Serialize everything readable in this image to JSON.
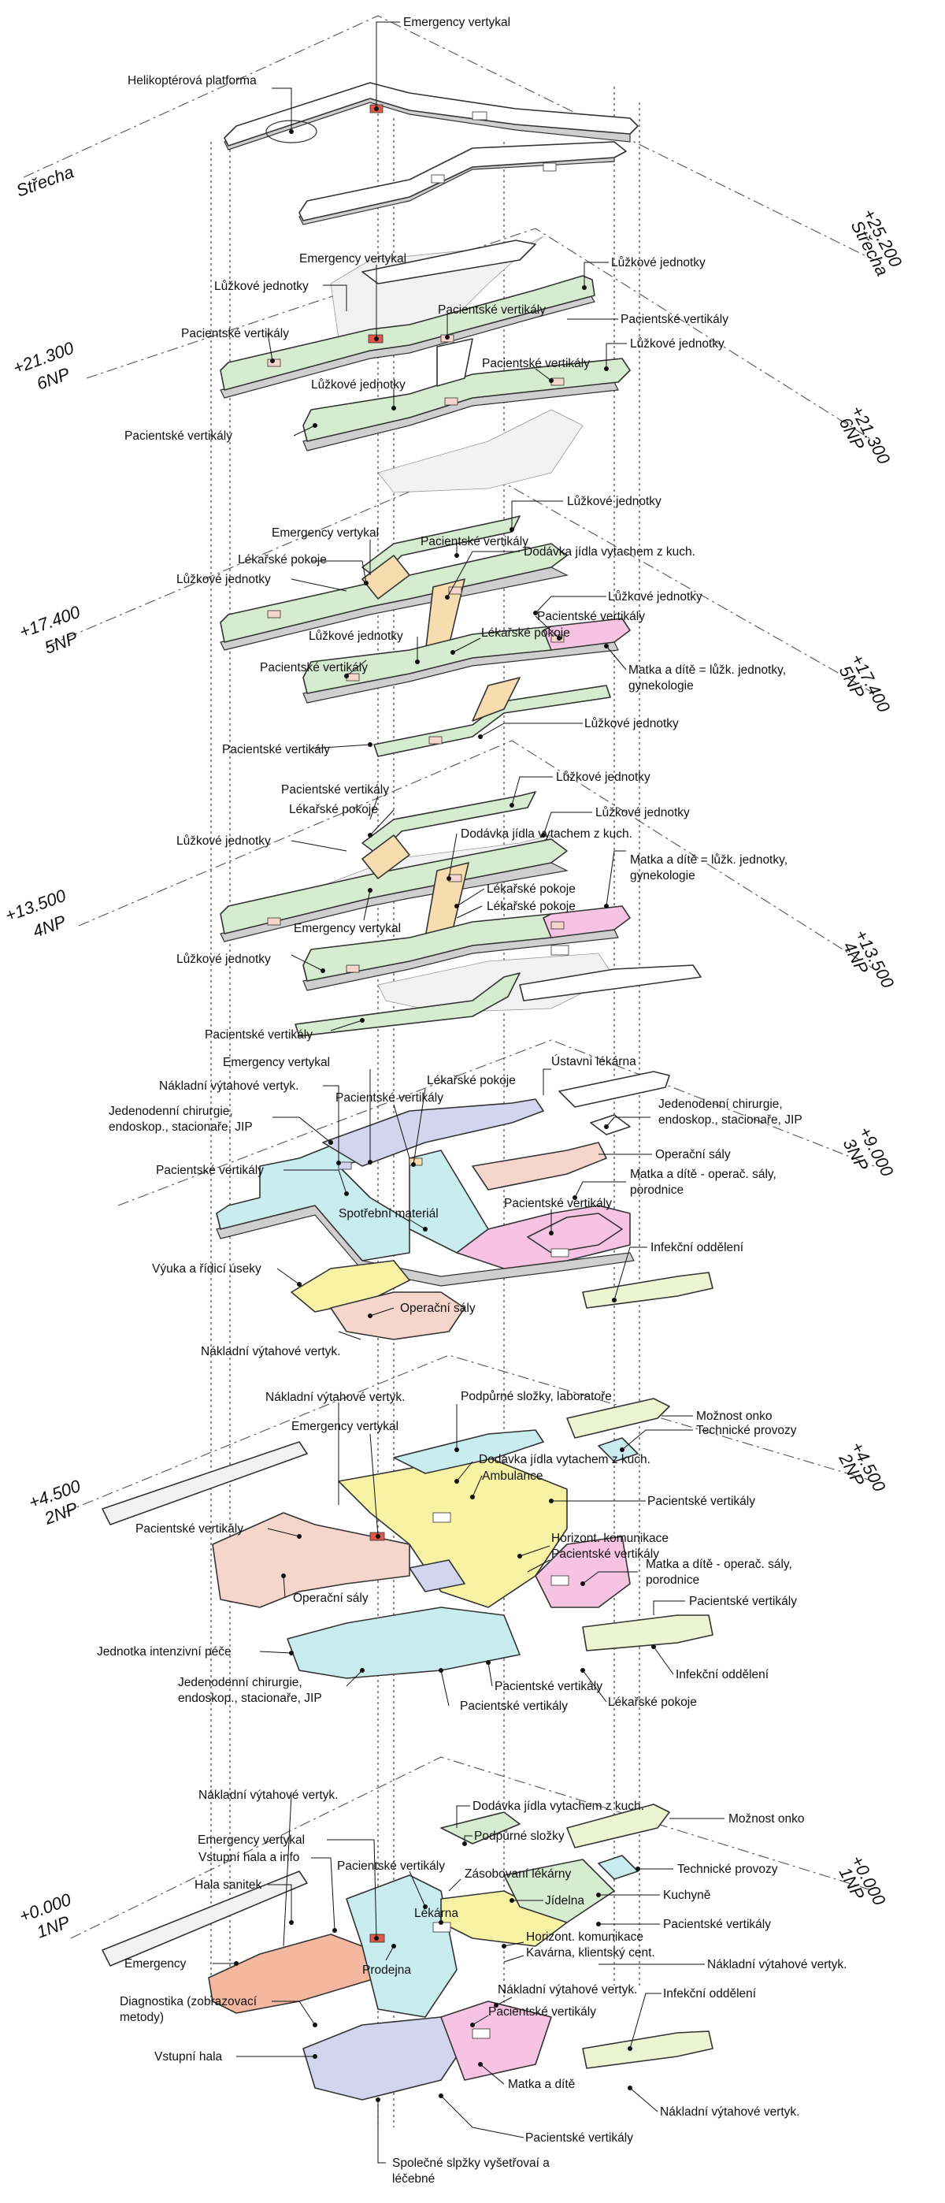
{
  "colors": {
    "green": "#d6ecd0",
    "pink": "#f6c4e2",
    "yellow": "#f8f3a4",
    "cyan": "#c9ecee",
    "lavender": "#d3d5ee",
    "salmon": "#f4b8a0",
    "peach": "#f6d6cc",
    "orange_strip": "#f6dcae",
    "light_green_yellow": "#edf4d2",
    "white": "#ffffff",
    "red": "#e0584a"
  },
  "levels": {
    "roof_left": "Střecha",
    "roof_right_elev": "+25.200",
    "roof_right_name": "Střecha",
    "np6_left_elev": "+21.300",
    "np6_left_name": "6NP",
    "np6_right_elev": "+21.300",
    "np6_right_name": "6NP",
    "np5_left_elev": "+17.400",
    "np5_left_name": "5NP",
    "np5_right_elev": "+17.400",
    "np5_right_name": "5NP",
    "np4_left_elev": "+13.500",
    "np4_left_name": "4NP",
    "np4_right_elev": "+13.500",
    "np4_right_name": "4NP",
    "np3_right_elev": "+9.000",
    "np3_right_name": "3NP",
    "np2_left_elev": "+4.500",
    "np2_left_name": "2NP",
    "np2_right_elev": "+4.500",
    "np2_right_name": "2NP",
    "np1_left_elev": "+0.000",
    "np1_left_name": "1NP",
    "np1_right_elev": "+0.000",
    "np1_right_name": "1NP"
  },
  "roof": {
    "emergency": "Emergency vertykal",
    "heliport": "Helikoptérová platforma"
  },
  "np6": {
    "emergency": "Emergency vertykal",
    "beds_top_right": "Lůžkové jednotky",
    "beds_left": "Lůžkové jednotky",
    "vert_center": "Pacientské vertikály",
    "vert_right": "Pacientské vertikály",
    "vert_left": "Pacientské vertikály",
    "beds_right": "Lůžkové jednotky",
    "vert_mid": "Pacientské vertikály",
    "beds_center": "Lůžkové jednotky",
    "vert_bottom_left": "Pacientské vertikály"
  },
  "np5": {
    "beds_top": "Lůžkové jednotky",
    "emergency": "Emergency vertykal",
    "vert_top": "Pacientské vertikály",
    "doctors_left": "Lékařské pokoje",
    "food": "Dodávka jídla vytachem z kuch.",
    "beds_left": "Lůžkové jednotky",
    "beds_right": "Lůžkové jednotky",
    "vert_right": "Pacientské vertikály",
    "beds_center": "Lůžkové jednotky",
    "doctors_center": "Lékařské pokoje",
    "mother_line1": "Matka a dítě = lůžk. jednotky,",
    "mother_line2": "gynekologie",
    "vert_left": "Pacientské vertikály",
    "beds_bottom": "Lůžkové jednotky",
    "vert_bottom": "Pacientské vertikály"
  },
  "np4": {
    "beds_top": "Lůžkové jednotky",
    "vert_top": "Pacientské vertikály",
    "doctors_top": "Lékařské pokoje",
    "beds_right": "Lůžkové jednotky",
    "beds_left": "Lůžkové jednotky",
    "food": "Dodávka jídla vytachem z kuch.",
    "mother_line1": "Matka a dítě = lůžk. jednotky,",
    "mother_line2": "gynekologie",
    "doctors_a": "Lékařské pokoje",
    "doctors_b": "Lékařské pokoje",
    "emergency": "Emergency vertykal",
    "beds_bottom_left": "Lůžkové jednotky",
    "vert_bottom": "Pacientské vertikály"
  },
  "np3": {
    "emergency": "Emergency vertykal",
    "pharmacy": "Ústavní lékárna",
    "freight": "Nákladní výtahové vertyk.",
    "doctors": "Lékařské pokoje",
    "vert_top": "Pacientské vertikály",
    "surgery_left_line1": "Jedenodenní chirurgie,",
    "surgery_left_line2": "endoskop., stacionaře, JIP",
    "surgery_right_line1": "Jedenodenní chirurgie,",
    "surgery_right_line2": "endoskop., stacionaře, JIP",
    "operating_right": "Operační sály",
    "vert_left": "Pacientské vertikály",
    "mother_line1": "Matka a dítě - operač. sály,",
    "mother_line2": "porodnice",
    "supplies": "Spotřební materiál",
    "vert_right": "Pacientské vertikály",
    "infect": "Infekční oddělení",
    "teaching": "Výuka a řídicí úseky",
    "operating_center": "Operační sály",
    "freight_bottom": "Nákladní výtahové vertyk."
  },
  "np2": {
    "freight": "Nákladní výtahové vertyk.",
    "support": "Podpůrné složky, laboratoře",
    "onco": "Možnost onko",
    "emergency": "Emergency vertykal",
    "tech": "Technické provozy",
    "food": "Dodávka jídla vytachem z kuch.",
    "ambulance": "Ambulance",
    "vert_right": "Pacientské vertikály",
    "vert_left": "Pacientské vertikály",
    "horiz": "Horizont. komunikace",
    "vert_mid": "Pacientské vertikály",
    "mother_line1": "Matka a dítě - operač. sály,",
    "mother_line2": "porodnice",
    "operating": "Operační sály",
    "vert_far_right": "Pacientské vertikály",
    "icu": "Jednotka intenzivní péče",
    "infect": "Infekční oddělení",
    "surgery_line1": "Jedenodenní chirurgie,",
    "surgery_line2": "endoskop., stacionaře, JIP",
    "vert_bottom_a": "Pacientské vertikály",
    "vert_bottom_b": "Pacientské vertikály",
    "doctors": "Lékařské pokoje"
  },
  "np1": {
    "freight_top": "Nákladní výtahové vertyk.",
    "food": "Dodávka jídla vytachem z kuch.",
    "onco": "Možnost onko",
    "support": "Podpůrné složky",
    "emergency_vert": "Emergency vertykal",
    "lobby_info": "Vstupní hala a info",
    "vert_top": "Pacientské vertikály",
    "pharmacy_supply": "Zásobovaní lékárny",
    "tech": "Technické provozy",
    "ambulance_hall": "Hala sanitek",
    "pharmacy": "Lékárna",
    "dining": "Jídelna",
    "kitchen": "Kuchyně",
    "vert_right": "Pacientské vertikály",
    "horiz": "Horizont. komunikace",
    "cafe": "Kavárna, klientský cent.",
    "emergency": "Emergency",
    "shop": "Prodejna",
    "freight_right": "Nákladní výtahové vertyk.",
    "freight_mid": "Nákladní výtahové vertyk.",
    "infect": "Infekční oddělení",
    "diag_line1": "Diagnostika (zobrazovací",
    "diag_line2": "metody)",
    "vert_mid": "Pacientské vertikály",
    "lobby": "Vstupní hala",
    "mother": "Matka a dítě",
    "freight_bottom": "Nákladní výtahové vertyk.",
    "vert_bottom": "Pacientské vertikály",
    "common_line1": "Společné slpžky vyšetřovaí a",
    "common_line2": "léčebné"
  }
}
